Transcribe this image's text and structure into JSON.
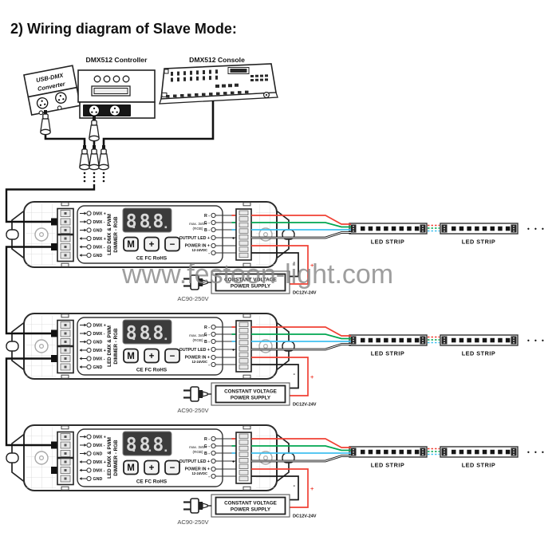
{
  "title": "2) Wiring diagram of Slave Mode:",
  "watermark": "www.festoon-light.com",
  "top_devices": {
    "converter_label_line1": "USB-DMX",
    "converter_label_line2": "Converter",
    "controller_label": "DMX512 Controller",
    "console_label": "DMX512 Console"
  },
  "dimmer_unit": {
    "input_terminals": [
      "DMX +",
      "DMX -",
      "GND"
    ],
    "output_terminals": [
      "DMX +",
      "DMX -",
      "GND"
    ],
    "device_name_line1": "LED DMX & PWM",
    "device_name_line2": "DIMMER - RGB",
    "display_digits": "888",
    "button_m": "M",
    "button_plus": "+",
    "button_minus": "−",
    "certifications": "CE FC RoHS",
    "max_current_line1": "max. 3x5A",
    "max_current_line2": "(RGB)",
    "out_r": "R -",
    "out_g": "G -",
    "out_b": "B -",
    "out_led": "OUTPUT LED +",
    "power_in": "POWER IN +",
    "power_in_voltage": "12-24VDC",
    "power_in_minus": "-",
    "terminal_plus": "+"
  },
  "power_supply": {
    "label_line1": "CONSTANT VOLTAGE",
    "label_line2": "POWER SUPPLY",
    "ac_input": "AC90-250V",
    "dc_output": "DC12V-24V",
    "plus": "+",
    "minus": "-"
  },
  "led_strip": {
    "label": "LED STRIP",
    "ellipsis": "• • •"
  },
  "colors": {
    "wire_red": "#f04134",
    "wire_green": "#00a651",
    "wire_blue": "#41c0f0",
    "wire_black": "#1a1a1a",
    "watermark_gray": "#878787"
  }
}
